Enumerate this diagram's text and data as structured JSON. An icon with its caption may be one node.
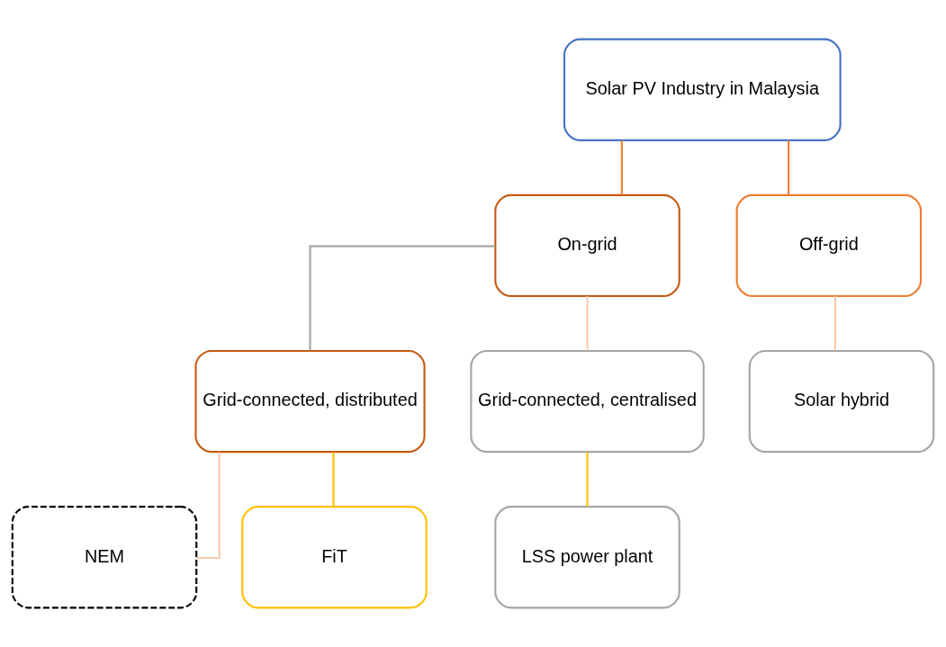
{
  "diagram": {
    "nodes": [
      {
        "text": [
          "Solar PV Industry in Malaysia"
        ]
      },
      {
        "text": [
          "On-grid"
        ]
      },
      {
        "text": [
          "Off-grid"
        ]
      },
      {
        "text": [
          "Grid-connected, distributed"
        ]
      },
      {
        "text": [
          "Grid-connected, centralised"
        ]
      },
      {
        "text": [
          "Solar hybrid"
        ]
      },
      {
        "text": [
          "NEM"
        ]
      },
      {
        "text": [
          "FiT"
        ]
      },
      {
        "text": [
          "LSS power plant"
        ]
      }
    ],
    "edges": [
      {
        "from": 0,
        "to": 1,
        "arrow": "none",
        "color": "#ed7d31"
      },
      {
        "from": 0,
        "to": 2,
        "arrow": "none",
        "color": "#ed7d31"
      },
      {
        "from": 1,
        "to": 3,
        "arrow": "none",
        "color": "#a5a5a5"
      },
      {
        "from": 1,
        "to": 4,
        "arrow": "none",
        "color": "#f8cbad"
      },
      {
        "from": 2,
        "to": 5,
        "arrow": "none",
        "color": "#f8cbad"
      },
      {
        "from": 3,
        "to": 6,
        "arrow": "none",
        "color": "#f8cbad"
      },
      {
        "from": 3,
        "to": 7,
        "arrow": "none",
        "color": "#ffc000"
      },
      {
        "from": 4,
        "to": 8,
        "arrow": "none",
        "color": "#ffc000"
      }
    ]
  }
}
